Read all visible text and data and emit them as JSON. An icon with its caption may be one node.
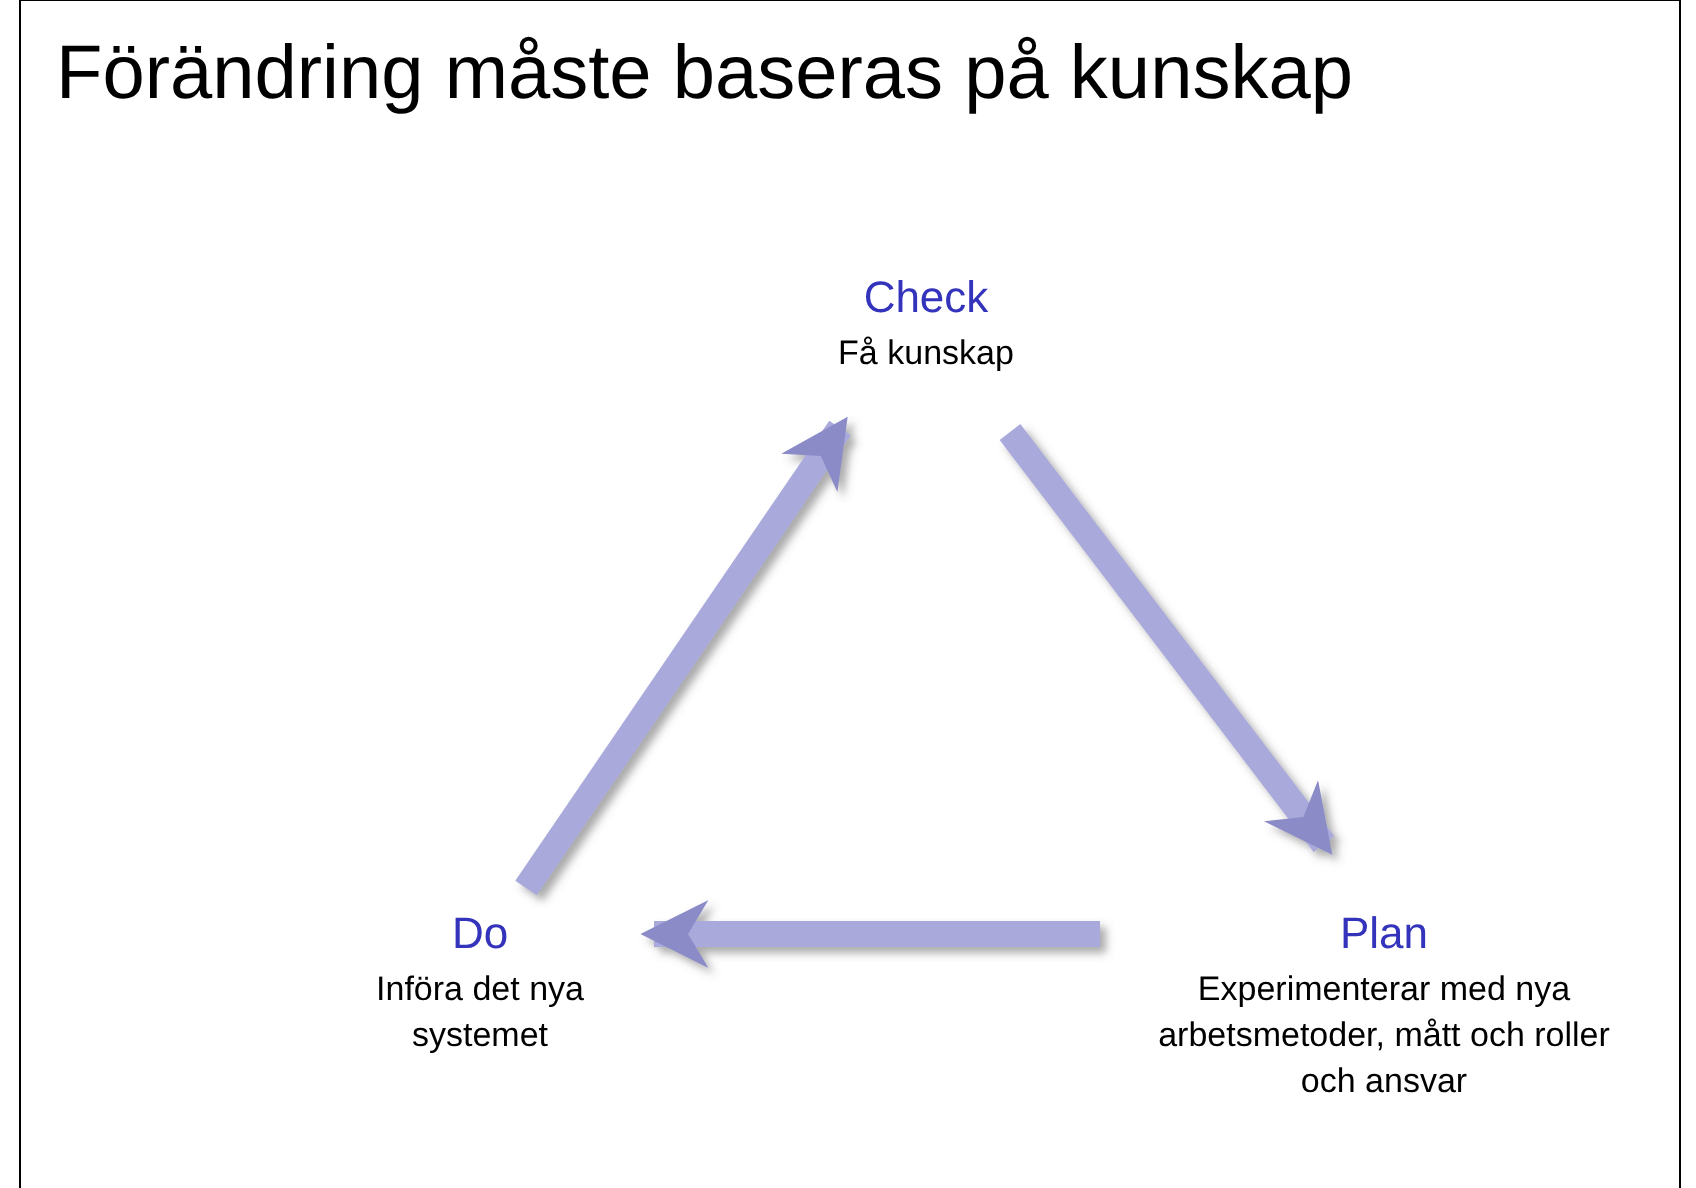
{
  "diagram": {
    "title": "Förändring måste baseras på kunskap",
    "nodes": [
      {
        "text": [
          "Check",
          "Få kunskap"
        ]
      },
      {
        "text": [
          "Plan",
          "Experimenterar med nya arbetsmetoder, mått och roller och ansvar"
        ]
      },
      {
        "text": [
          "Do",
          "Införa det nya systemet"
        ]
      }
    ],
    "edges": [
      {
        "from": 0,
        "to": 1,
        "arrow": "to"
      },
      {
        "from": 1,
        "to": 2,
        "arrow": "to"
      },
      {
        "from": 2,
        "to": 0,
        "arrow": "to"
      }
    ]
  }
}
